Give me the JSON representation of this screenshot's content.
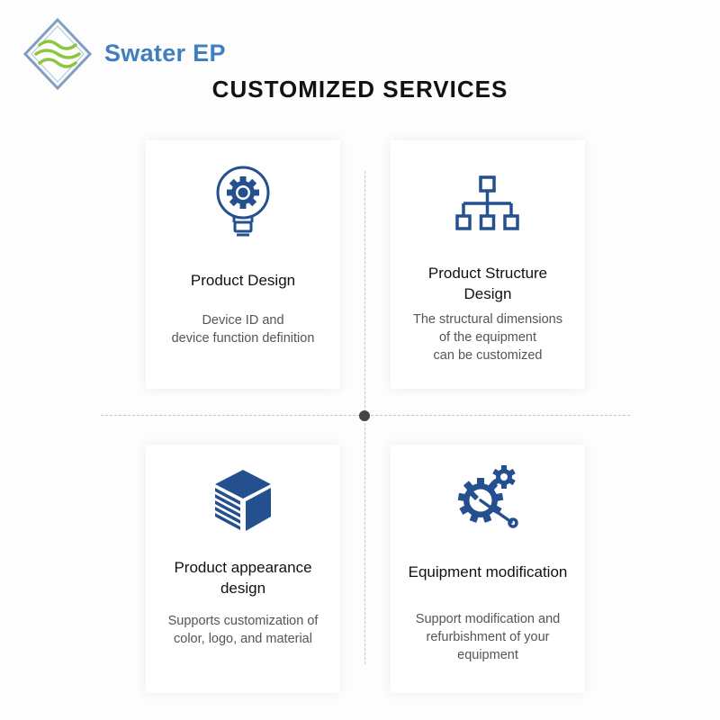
{
  "brand": {
    "name": "Swater EP"
  },
  "title": "CUSTOMIZED SERVICES",
  "colors": {
    "accent": "#25508f",
    "brand": "#3f7fbf",
    "logo_green": "#8cc63f"
  },
  "cards": [
    {
      "title": "Product Design",
      "desc": "Device ID and\ndevice function definition",
      "icon": "lightbulb-gear-icon"
    },
    {
      "title": "Product Structure\nDesign",
      "desc": "The structural dimensions\nof the equipment\ncan be customized",
      "icon": "hierarchy-icon"
    },
    {
      "title": "Product appearance\ndesign",
      "desc": "Supports customization of\ncolor, logo, and material",
      "icon": "cube-icon"
    },
    {
      "title": "Equipment modification",
      "desc": "Support modification and\nrefurbishment of your\nequipment",
      "icon": "gear-wrench-icon"
    }
  ]
}
